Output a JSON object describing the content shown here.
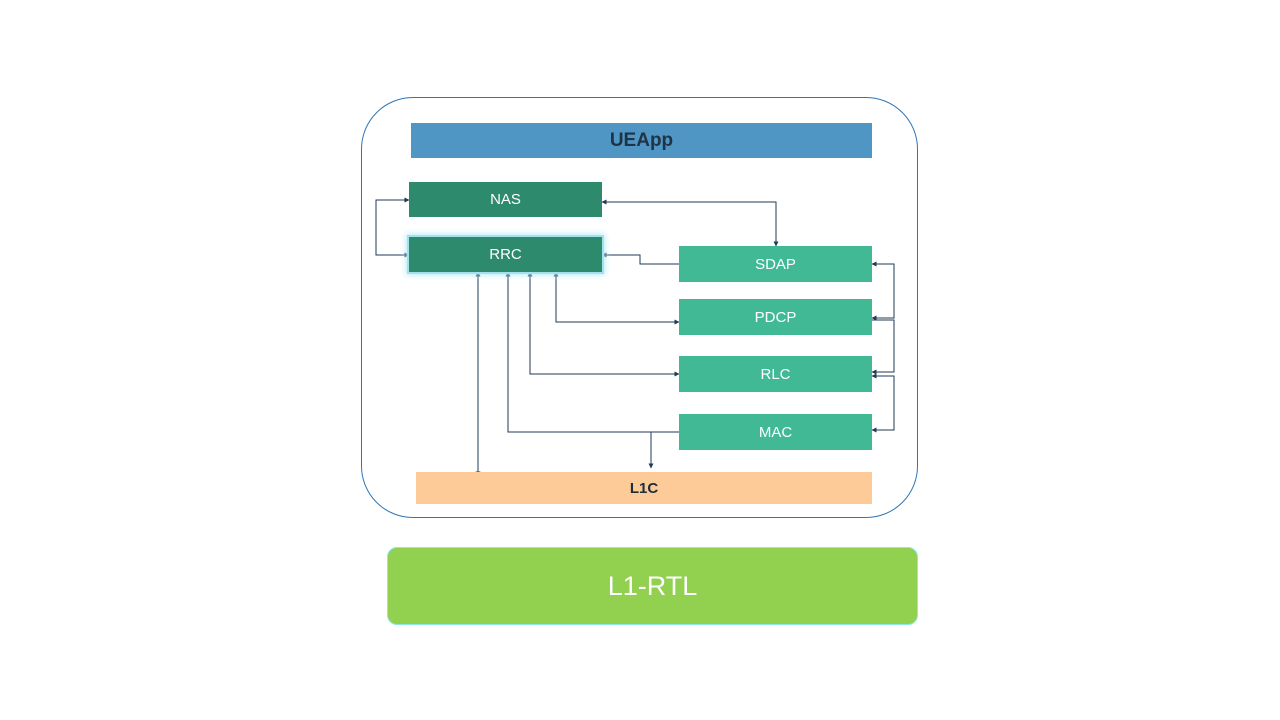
{
  "diagram": {
    "blocks": {
      "ueapp": "UEApp",
      "nas": "NAS",
      "rrc": "RRC",
      "sdap": "SDAP",
      "pdcp": "PDCP",
      "rlc": "RLC",
      "mac": "MAC",
      "l1c": "L1C",
      "l1rtl": "L1-RTL"
    },
    "colors": {
      "container_border": "#2e75b6",
      "ueapp": "#4f96c4",
      "nas_rrc": "#2e8a6c",
      "protocol_layers": "#41b995",
      "l1c": "#fdcb98",
      "l1rtl": "#92d050",
      "connector": "#1f3b57"
    }
  }
}
